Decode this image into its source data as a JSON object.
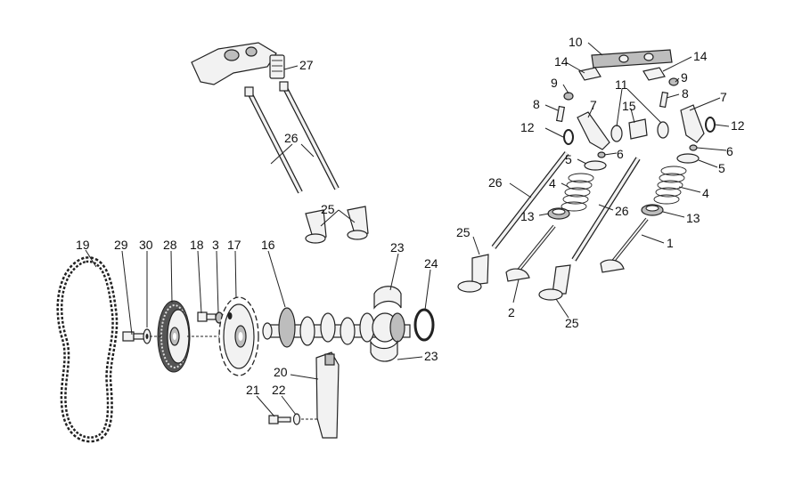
{
  "diagram": {
    "labels": {
      "l1": "1",
      "l2": "2",
      "l3": "3",
      "l4a": "4",
      "l4b": "4",
      "l5a": "5",
      "l5b": "5",
      "l6a": "6",
      "l6b": "6",
      "l7a": "7",
      "l7b": "7",
      "l8a": "8",
      "l8b": "8",
      "l9a": "9",
      "l9b": "9",
      "l10": "10",
      "l11": "11",
      "l12a": "12",
      "l12b": "12",
      "l13a": "13",
      "l13b": "13",
      "l14a": "14",
      "l14b": "14",
      "l15": "15",
      "l16": "16",
      "l17": "17",
      "l18": "18",
      "l19": "19",
      "l20": "20",
      "l21": "21",
      "l22": "22",
      "l23a": "23",
      "l23b": "23",
      "l24": "24",
      "l25a": "25",
      "l25b": "25",
      "l25c": "25",
      "l26a": "26",
      "l26b": "26",
      "l26c": "26",
      "l27": "27",
      "l28": "28",
      "l29": "29",
      "l30": "30"
    }
  }
}
